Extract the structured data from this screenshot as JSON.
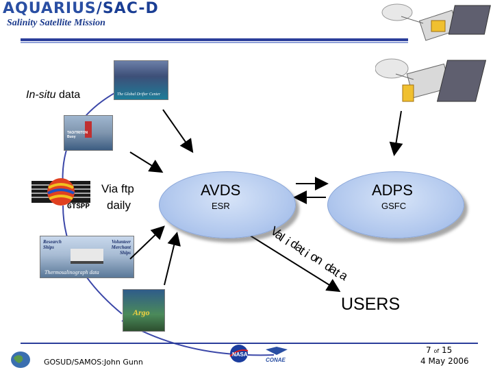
{
  "header": {
    "logo_main": "AQUARIUS",
    "logo_slash": "/SAC-D",
    "subtitle": "Salinity Satellite Mission"
  },
  "left": {
    "insitu_italic": "In-situ",
    "insitu_rest": " data",
    "via_ftp": "Via ftp",
    "daily": "daily",
    "gtspp": "GTSPP"
  },
  "photos": {
    "top_caption": "The Global Drifter Center",
    "buoy_caption": "TAO/TRITON Buoy",
    "ships_left": "Research Ships",
    "ships_right": "Volunteer Merchant Ships",
    "ships_bottom": "Thermosalinograph data",
    "argo_caption": "Argo"
  },
  "nodes": {
    "avds_title": "AVDS",
    "avds_sub": "ESR",
    "adps_title": "ADPS",
    "adps_sub": "GSFC"
  },
  "validation": {
    "letters": [
      "V",
      "a",
      "l",
      "i",
      "d",
      "a",
      "t",
      "i",
      "o",
      "n",
      " ",
      "d",
      "a",
      "t",
      "a"
    ]
  },
  "users": "USERS",
  "footer": {
    "credit": "GOSUD/SAMOS:John Gunn",
    "page_num": "7",
    "page_of": "of",
    "page_total": "15",
    "date": "4 May 2006",
    "nasa_logo": "NASA",
    "conae_logo": "CONAE"
  },
  "colors": {
    "title_blue": "#2a4fa3",
    "rule_blue": "#2a3d9a",
    "ellipse_fill": "#b3c9ee",
    "circle_arc": "#3b47a8"
  }
}
